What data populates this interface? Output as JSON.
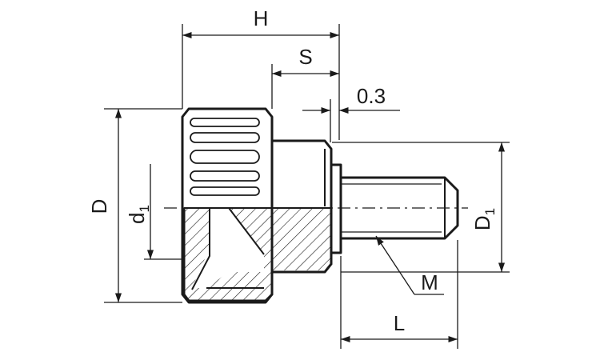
{
  "diagram": {
    "labels": {
      "H": "H",
      "S": "S",
      "gap": "0.3",
      "D": "D",
      "d1_base": "d",
      "d1_sub": "1",
      "D1_base": "D",
      "D1_sub": "1",
      "M": "M",
      "L": "L"
    },
    "colors": {
      "line": "#1a1a1a",
      "background": "#ffffff"
    }
  }
}
